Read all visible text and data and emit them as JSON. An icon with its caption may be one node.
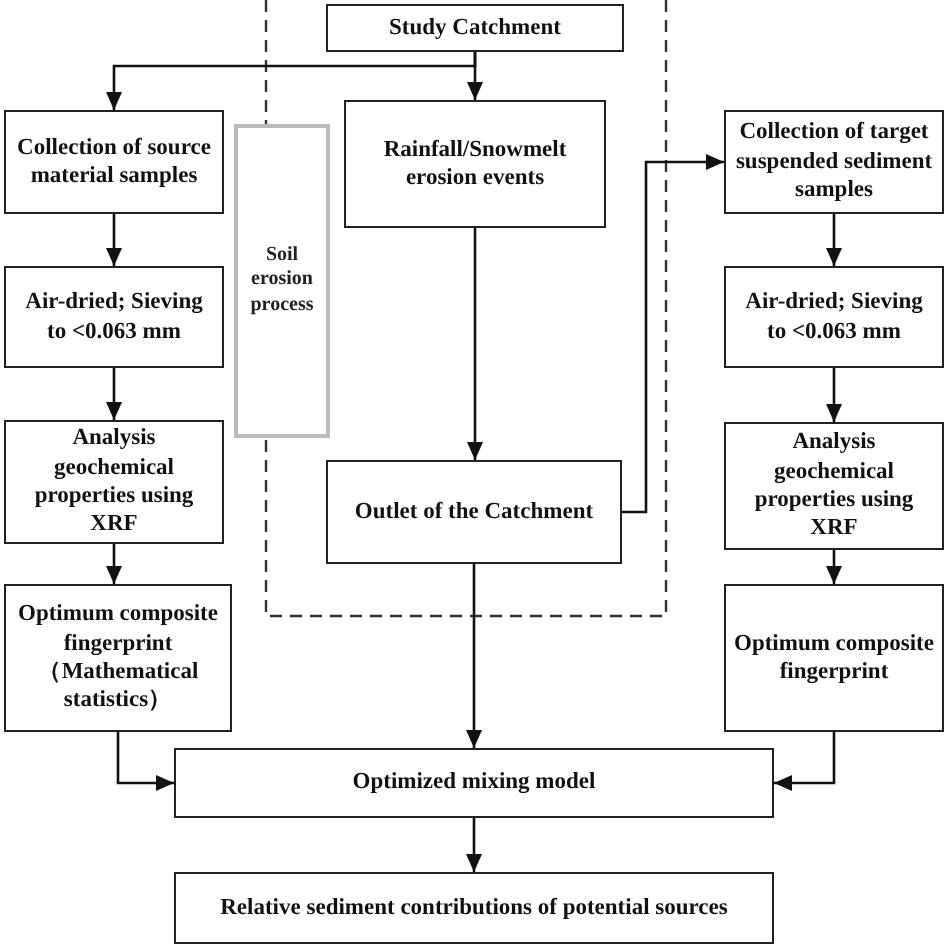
{
  "diagram": {
    "nodes": [
      {
        "text": [
          "Study Catchment"
        ]
      },
      {
        "text": [
          "Collection of source material samples"
        ]
      },
      {
        "text": [
          "Air-dried; Sieving to <0.063 mm"
        ]
      },
      {
        "text": [
          "Analysis geochemical properties using XRF"
        ]
      },
      {
        "text": [
          "Optimum composite fingerprint （Mathematical statistics）"
        ]
      },
      {
        "text": [
          "Soil erosion process"
        ]
      },
      {
        "text": [
          "Rainfall/Snowmelt erosion events"
        ]
      },
      {
        "text": [
          "Outlet of the Catchment"
        ]
      },
      {
        "text": [
          "Collection of target suspended sediment samples"
        ]
      },
      {
        "text": [
          "Air-dried; Sieving to <0.063 mm"
        ]
      },
      {
        "text": [
          "Analysis geochemical properties using XRF"
        ]
      },
      {
        "text": [
          "Optimum composite fingerprint"
        ]
      },
      {
        "text": [
          "Optimized mixing model"
        ]
      },
      {
        "text": [
          "Relative sediment contributions of potential sources"
        ]
      }
    ],
    "edges": [
      {
        "from": 0,
        "to": 1,
        "arrow": "to"
      },
      {
        "from": 0,
        "to": 6,
        "arrow": "to"
      },
      {
        "from": 1,
        "to": 2,
        "arrow": "to"
      },
      {
        "from": 2,
        "to": 3,
        "arrow": "to"
      },
      {
        "from": 3,
        "to": 4,
        "arrow": "to"
      },
      {
        "from": 4,
        "to": 12,
        "arrow": "to"
      },
      {
        "from": 6,
        "to": 7,
        "arrow": "to"
      },
      {
        "from": 7,
        "to": 8,
        "arrow": "to"
      },
      {
        "from": 8,
        "to": 9,
        "arrow": "to"
      },
      {
        "from": 9,
        "to": 10,
        "arrow": "to"
      },
      {
        "from": 10,
        "to": 11,
        "arrow": "to"
      },
      {
        "from": 11,
        "to": 12,
        "arrow": "to"
      },
      {
        "from": 7,
        "to": 12,
        "arrow": "to"
      },
      {
        "from": 12,
        "to": 13,
        "arrow": "to"
      }
    ]
  }
}
